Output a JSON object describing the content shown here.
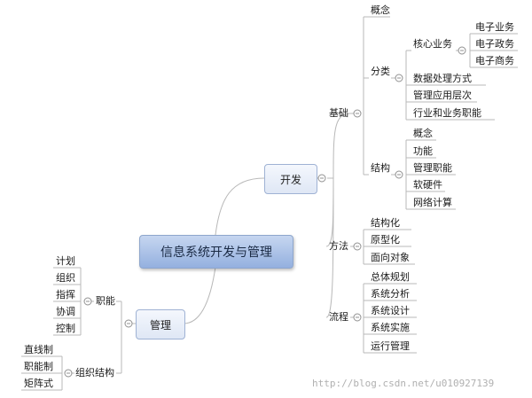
{
  "diagram": {
    "root": "信息系统开发与管理",
    "dev": {
      "label": "开发",
      "jichu": {
        "label": "基础",
        "gainian": "概念",
        "fenlei": {
          "label": "分类",
          "hexin": {
            "label": "核心业务",
            "items": [
              "电子业务",
              "电子政务",
              "电子商务"
            ]
          },
          "others": [
            "数据处理方式",
            "管理应用层次",
            "行业和业务职能"
          ]
        },
        "jiegou": {
          "label": "结构",
          "items": [
            "概念",
            "功能",
            "管理职能",
            "软硬件",
            "网络计算"
          ]
        }
      },
      "fangfa": {
        "label": "方法",
        "items": [
          "结构化",
          "原型化",
          "面向对象"
        ]
      },
      "liucheng": {
        "label": "流程",
        "items": [
          "总体规划",
          "系统分析",
          "系统设计",
          "系统实施",
          "运行管理"
        ]
      }
    },
    "mgmt": {
      "label": "管理",
      "zhineng": {
        "label": "职能",
        "items": [
          "计划",
          "组织",
          "指挥",
          "协调",
          "控制"
        ]
      },
      "zuzhi": {
        "label": "组织结构",
        "items": [
          "直线制",
          "职能制",
          "矩阵式"
        ]
      }
    }
  },
  "watermark": "http://blog.csdn.net/u010927139",
  "colors": {
    "line": "#b8b8b8",
    "rootTop": "#c6d6f0",
    "rootBottom": "#94b0df",
    "boxBorder": "#9fb2d4"
  }
}
